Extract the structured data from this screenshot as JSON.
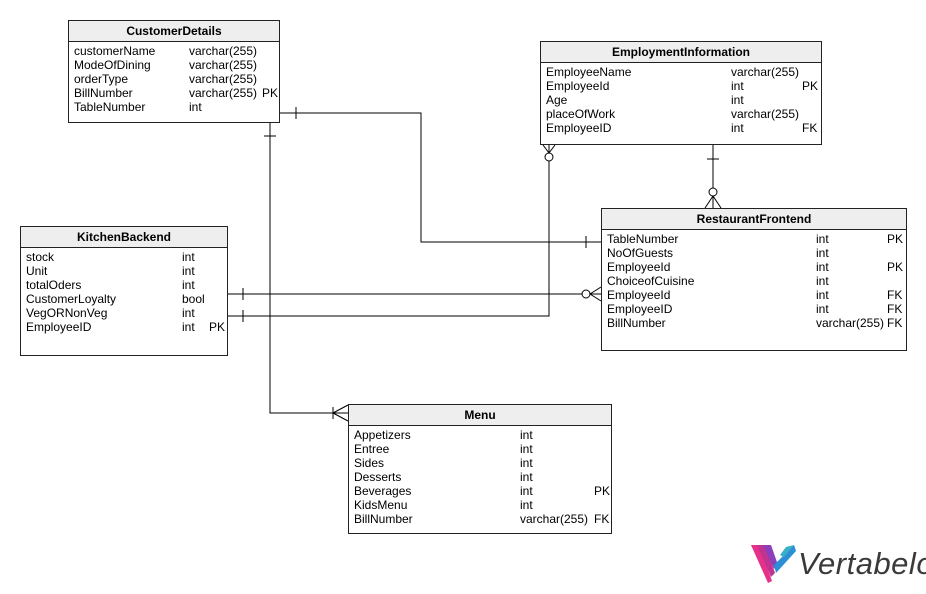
{
  "entities": {
    "customer": {
      "name": "CustomerDetails",
      "columns": [
        {
          "name": "customerName",
          "type": "varchar(255)",
          "key": ""
        },
        {
          "name": "ModeOfDining",
          "type": "varchar(255)",
          "key": ""
        },
        {
          "name": "orderType",
          "type": "varchar(255)",
          "key": ""
        },
        {
          "name": "BillNumber",
          "type": "varchar(255)",
          "key": "PK"
        },
        {
          "name": "TableNumber",
          "type": "int",
          "key": ""
        }
      ]
    },
    "employment": {
      "name": "EmploymentInformation",
      "columns": [
        {
          "name": "EmployeeName",
          "type": "varchar(255)",
          "key": ""
        },
        {
          "name": "EmployeeId",
          "type": "int",
          "key": "PK"
        },
        {
          "name": "Age",
          "type": "int",
          "key": ""
        },
        {
          "name": "placeOfWork",
          "type": "varchar(255)",
          "key": ""
        },
        {
          "name": "EmployeeID",
          "type": "int",
          "key": "FK"
        }
      ]
    },
    "kitchen": {
      "name": "KitchenBackend",
      "columns": [
        {
          "name": "stock",
          "type": "int",
          "key": ""
        },
        {
          "name": "Unit",
          "type": "int",
          "key": ""
        },
        {
          "name": "totalOders",
          "type": "int",
          "key": ""
        },
        {
          "name": "CustomerLoyalty",
          "type": "bool",
          "key": ""
        },
        {
          "name": "VegORNonVeg",
          "type": "int",
          "key": ""
        },
        {
          "name": "EmployeeID",
          "type": "int",
          "key": "PK"
        }
      ]
    },
    "frontend": {
      "name": "RestaurantFrontend",
      "columns": [
        {
          "name": "TableNumber",
          "type": "int",
          "key": "PK"
        },
        {
          "name": "NoOfGuests",
          "type": "int",
          "key": ""
        },
        {
          "name": "EmployeeId",
          "type": "int",
          "key": "PK"
        },
        {
          "name": "ChoiceofCuisine",
          "type": "int",
          "key": ""
        },
        {
          "name": "EmployeeId",
          "type": "int",
          "key": "FK"
        },
        {
          "name": "EmployeeID",
          "type": "int",
          "key": "FK"
        },
        {
          "name": "BillNumber",
          "type": "varchar(255)",
          "key": "FK"
        }
      ]
    },
    "menu": {
      "name": "Menu",
      "columns": [
        {
          "name": "Appetizers",
          "type": "int",
          "key": ""
        },
        {
          "name": "Entree",
          "type": "int",
          "key": ""
        },
        {
          "name": "Sides",
          "type": "int",
          "key": ""
        },
        {
          "name": "Desserts",
          "type": "int",
          "key": ""
        },
        {
          "name": "Beverages",
          "type": "int",
          "key": "PK"
        },
        {
          "name": "KidsMenu",
          "type": "int",
          "key": ""
        },
        {
          "name": "BillNumber",
          "type": "varchar(255)",
          "key": "FK"
        }
      ]
    }
  },
  "relationships": [
    {
      "from": "CustomerDetails",
      "to": "RestaurantFrontend",
      "from_end": "one",
      "to_end": "one"
    },
    {
      "from": "CustomerDetails",
      "to": "Menu",
      "from_end": "one",
      "to_end": "many"
    },
    {
      "from": "EmploymentInformation",
      "to": "RestaurantFrontend",
      "from_end": "one",
      "to_end": "zero-or-many"
    },
    {
      "from": "KitchenBackend",
      "to": "RestaurantFrontend",
      "from_end": "one",
      "to_end": "zero-or-many"
    },
    {
      "from": "KitchenBackend",
      "to": "EmploymentInformation",
      "from_end": "one",
      "to_end": "zero-or-many"
    }
  ],
  "logo": {
    "text": "Vertabelo",
    "icon": "vertabelo-logo-icon",
    "colors": [
      "#e6318b",
      "#8b3fbd",
      "#2a8fd6",
      "#3ab0c8"
    ]
  },
  "colors": {
    "header_bg": "#eeeeee",
    "border": "#222222",
    "line": "#000000"
  }
}
